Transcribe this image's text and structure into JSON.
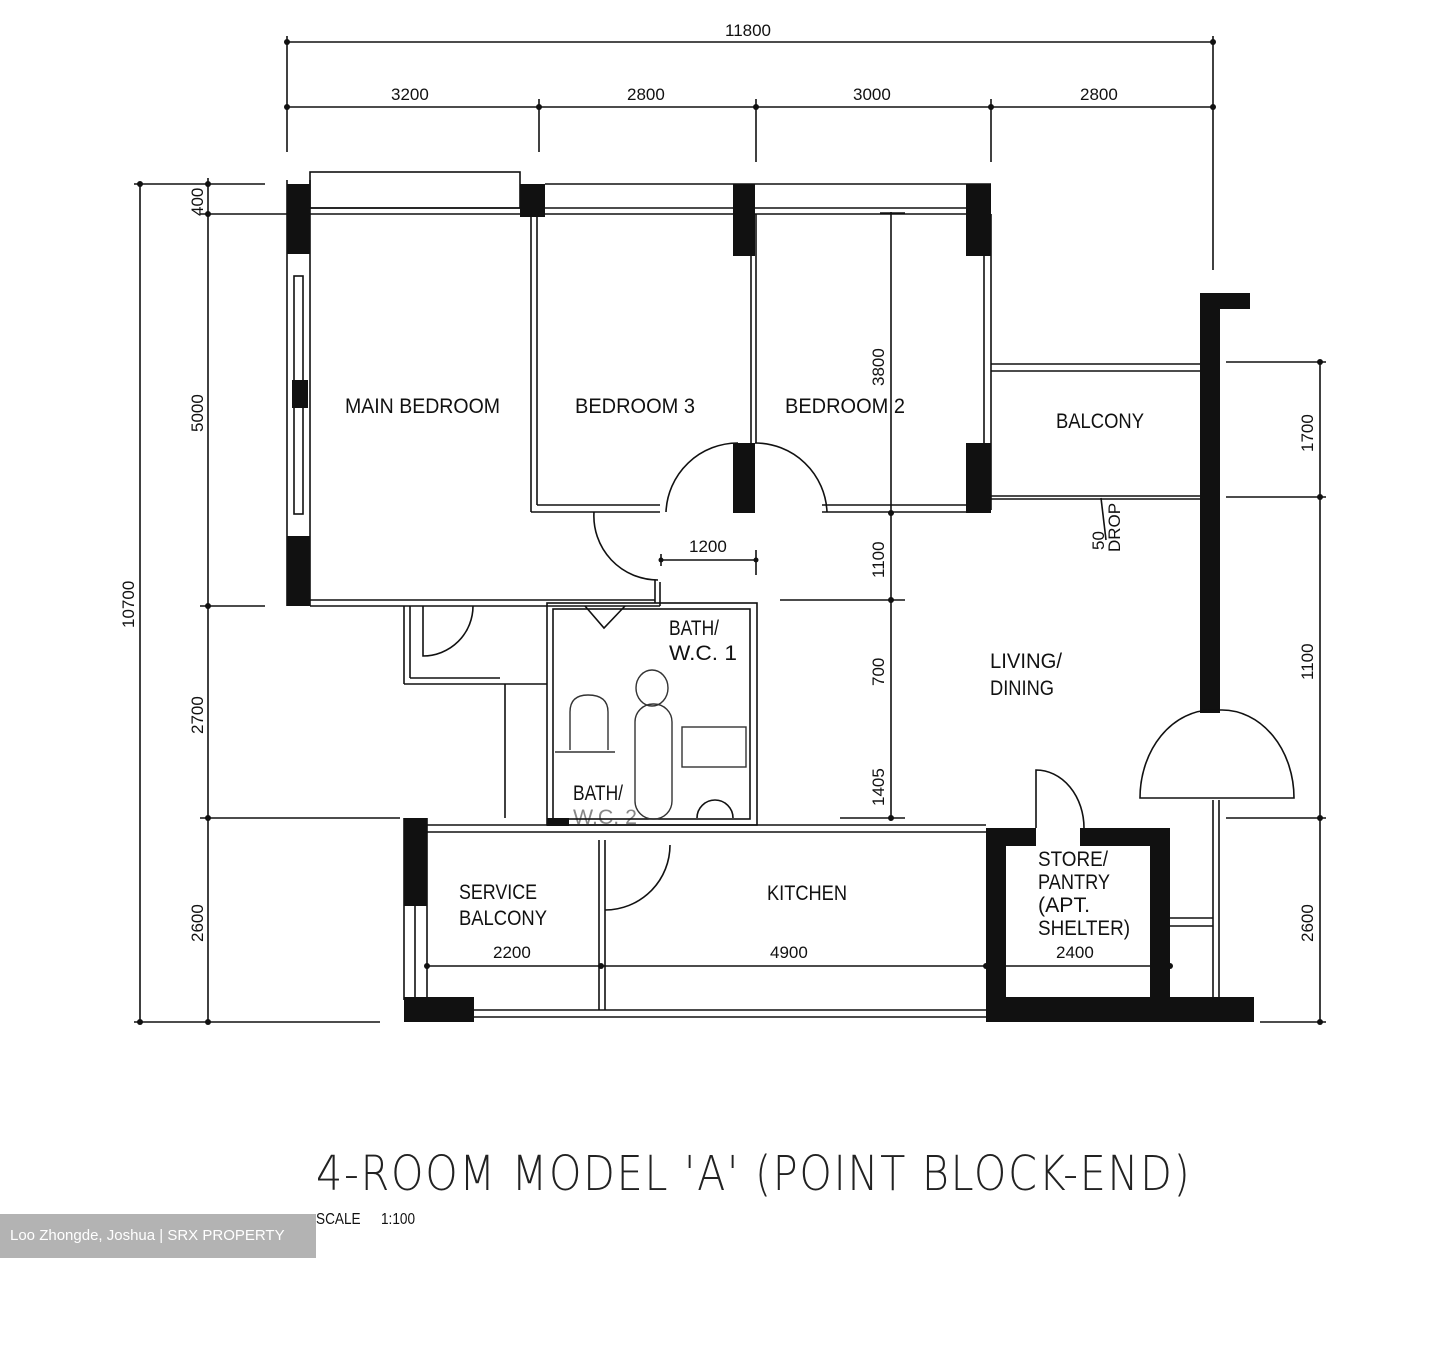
{
  "plan": {
    "title": "4-ROOM MODEL 'A' (POINT BLOCK-END)",
    "scale_label": "SCALE",
    "scale_value": "1:100",
    "watermark": "Loo Zhongde, Joshua | SRX PROPERTY"
  },
  "rooms": {
    "main_bedroom": "MAIN BEDROOM",
    "bedroom_3": "BEDROOM 3",
    "bedroom_2": "BEDROOM 2",
    "balcony": "BALCONY",
    "bath_wc_1_line1": "BATH/",
    "bath_wc_1_line2": "W.C. 1",
    "bath_wc_2_line1": "BATH/",
    "bath_wc_2_line2": "W.C. 2",
    "living_dining_line1": "LIVING/",
    "living_dining_line2": "DINING",
    "service_balcony_line1": "SERVICE",
    "service_balcony_line2": "BALCONY",
    "kitchen": "KITCHEN",
    "store_line1": "STORE/",
    "store_line2": "PANTRY",
    "store_line3": "(APT.",
    "store_line4": "SHELTER)"
  },
  "dimensions": {
    "top_total": "11800",
    "top_segments": [
      "3200",
      "2800",
      "3000",
      "2800"
    ],
    "left_total": "10700",
    "left_segments": [
      "400",
      "5000",
      "2700",
      "2600"
    ],
    "right_segments": [
      "1700",
      "1100",
      "2600"
    ],
    "interior": {
      "corridor_width": "1200",
      "bedroom2_depth": "3800",
      "corridor_depth": "1100",
      "d700": "700",
      "d1405": "1405",
      "drop_value": "50",
      "drop_label": "DROP",
      "service_balcony_width": "2200",
      "kitchen_width": "4900",
      "store_width": "2400"
    }
  }
}
